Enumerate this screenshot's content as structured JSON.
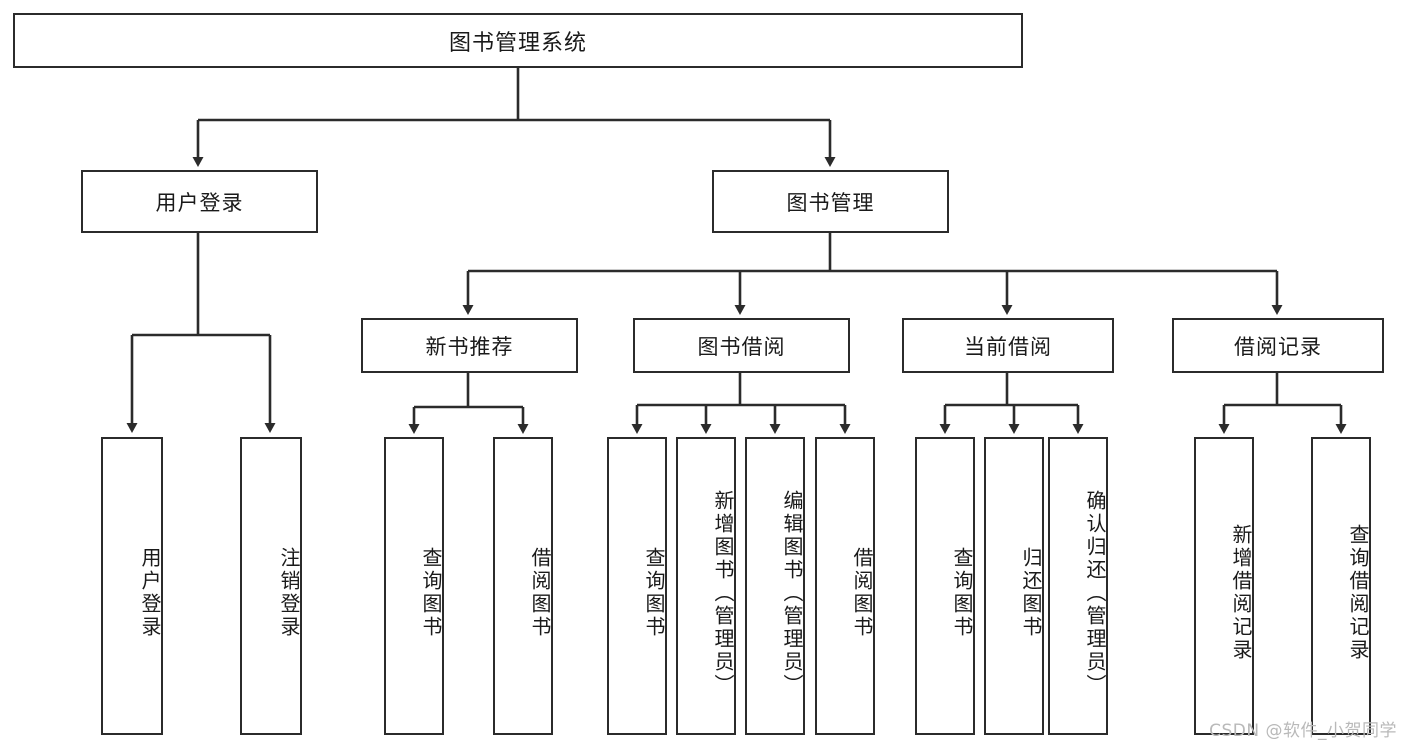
{
  "diagram": {
    "title": "图书管理系统",
    "type": "tree-hierarchy",
    "root": {
      "label": "图书管理系统"
    },
    "level2": [
      {
        "id": "user-login",
        "label": "用户登录"
      },
      {
        "id": "book-manage",
        "label": "图书管理"
      }
    ],
    "level3": [
      {
        "id": "new-book-recommend",
        "label": "新书推荐"
      },
      {
        "id": "book-borrow",
        "label": "图书借阅"
      },
      {
        "id": "current-borrow",
        "label": "当前借阅"
      },
      {
        "id": "borrow-record",
        "label": "借阅记录"
      }
    ],
    "leaves": {
      "user_login": [
        {
          "id": "leaf-user-login",
          "label": "用户登录"
        },
        {
          "id": "leaf-logout",
          "label": "注销登录"
        }
      ],
      "new_book_recommend": [
        {
          "id": "leaf-query-book-1",
          "label": "查询图书"
        },
        {
          "id": "leaf-borrow-book-1",
          "label": "借阅图书"
        }
      ],
      "book_borrow": [
        {
          "id": "leaf-query-book-2",
          "label": "查询图书"
        },
        {
          "id": "leaf-add-book",
          "label": "新增图书（管理员）"
        },
        {
          "id": "leaf-edit-book",
          "label": "编辑图书（管理员）"
        },
        {
          "id": "leaf-borrow-book-2",
          "label": "借阅图书"
        }
      ],
      "current_borrow": [
        {
          "id": "leaf-query-book-3",
          "label": "查询图书"
        },
        {
          "id": "leaf-return-book",
          "label": "归还图书"
        },
        {
          "id": "leaf-confirm-return",
          "label": "确认归还（管理员）"
        }
      ],
      "borrow_record": [
        {
          "id": "leaf-add-record",
          "label": "新增借阅记录"
        },
        {
          "id": "leaf-query-record",
          "label": "查询借阅记录"
        }
      ]
    }
  },
  "watermark": {
    "text": "CSDN @软件_小贺同学"
  },
  "colors": {
    "stroke": "#2b2b2b",
    "fill": "#ffffff",
    "text": "#1a1a1a",
    "watermark": "#b9b9b9"
  }
}
